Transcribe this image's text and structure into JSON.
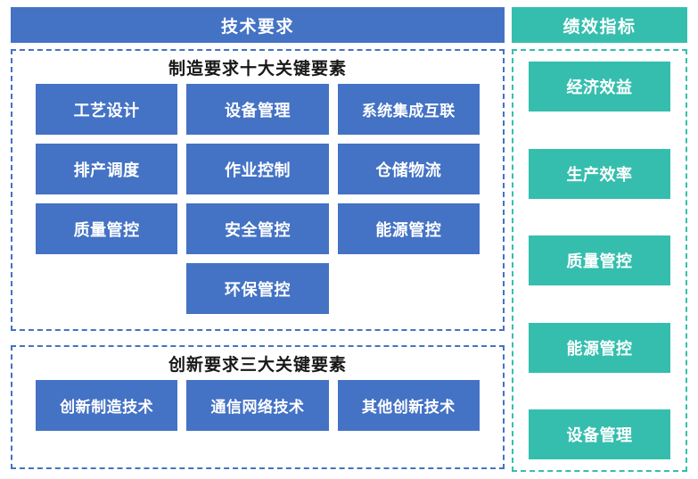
{
  "tech_column": {
    "header_label": "技术要求",
    "header_color": "#4472C4",
    "manufacturing": {
      "title": "制造要求十大关键要素",
      "items": [
        "工艺设计",
        "设备管理",
        "系统集成互联",
        "排产调度",
        "作业控制",
        "仓储物流",
        "质量管控",
        "安全管控",
        "能源管控",
        "环保管控"
      ]
    },
    "innovation": {
      "title": "创新要求三大关键要素",
      "items": [
        "创新制造技术",
        "通信网络技术",
        "其他创新技术"
      ]
    }
  },
  "kpi_column": {
    "header_label": "绩效指标",
    "header_color": "#35BEAD",
    "items": [
      "经济效益",
      "生产效率",
      "质量管控",
      "能源管控",
      "设备管理"
    ]
  }
}
